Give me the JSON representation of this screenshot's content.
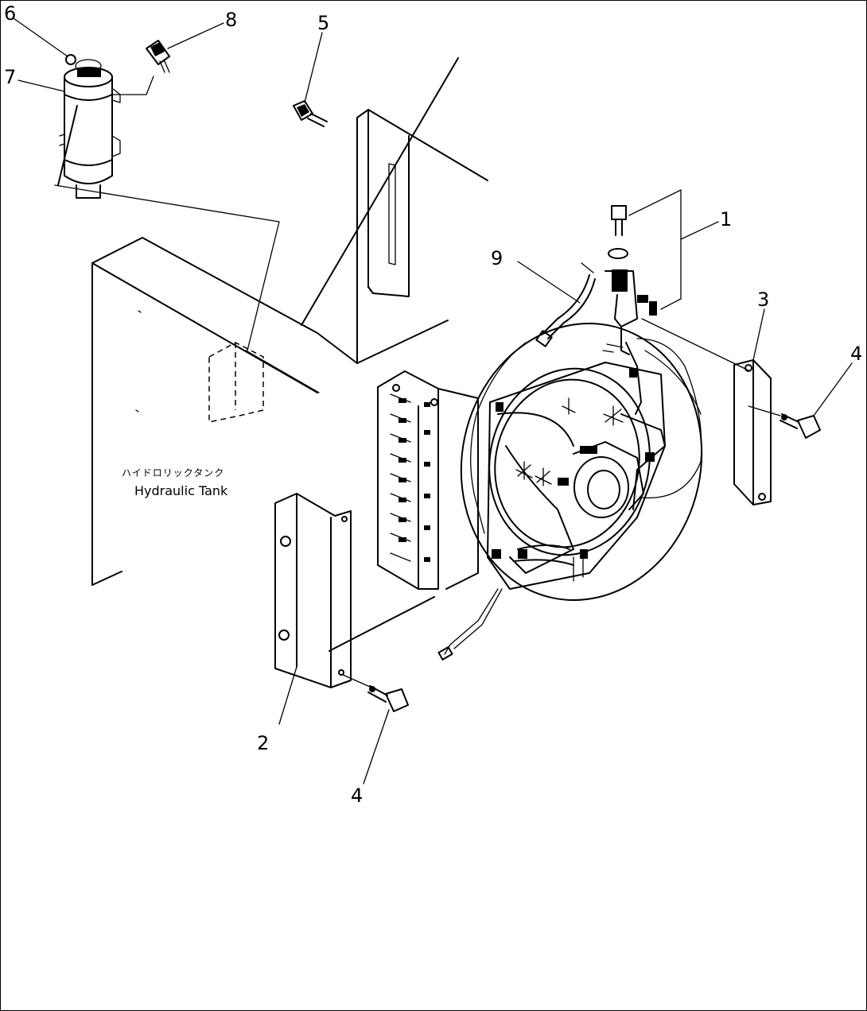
{
  "tank_label": {
    "japanese": "ハイドロリックタンク",
    "english": "Hydraulic Tank"
  },
  "callouts": [
    "1",
    "2",
    "3",
    "4",
    "4",
    "5",
    "6",
    "7",
    "8",
    "9"
  ]
}
